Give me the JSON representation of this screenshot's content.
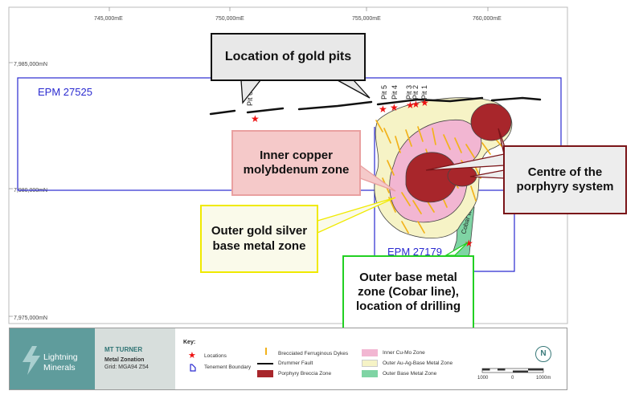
{
  "axes": {
    "x_ticks": [
      "745,000mE",
      "750,000mE",
      "755,000mE",
      "760,000mE"
    ],
    "y_ticks": [
      "7,985,000mN",
      "7,980,000mN",
      "7,975,000mN"
    ]
  },
  "tenements": [
    "EPM 27525",
    "EPM 27179"
  ],
  "pits": [
    "Pit 6",
    "Pit 5",
    "Pit 4",
    "Pit 3",
    "Pit 2",
    "Pit 1"
  ],
  "cobar_label": "Cobar line",
  "callouts": {
    "gold_pits": "Location of gold pits",
    "inner_copper": "Inner copper molybdenum zone",
    "centre_porphyry": "Centre of the porphyry system",
    "outer_gold": "Outer gold silver base metal zone",
    "outer_base": "Outer base metal zone (Cobar line), location of drilling"
  },
  "footer": {
    "company": "Lightning Minerals",
    "project": "MT TURNER",
    "subtitle": "Metal Zonation",
    "grid": "Grid: MGA94 Z54",
    "key_title": "Key:",
    "legend": {
      "locations": "Locations",
      "tenement_boundary": "Tenement Boundary",
      "dykes": "Brecciated Ferruginous Dykes",
      "fault": "Drummer Fault",
      "porphyry_breccia": "Porphyry Breccia Zone",
      "inner_cumo": "Inner Cu-Mo Zone",
      "outer_auag": "Outer Au-Ag-Base Metal Zone",
      "outer_base": "Outer Base Metal Zone"
    },
    "north": "N",
    "scale": [
      "1000",
      "0",
      "1000m"
    ]
  },
  "colors": {
    "tenement": "#2a2ad0",
    "outer_au_ag": "#f6f3c6",
    "inner_cu_mo": "#f2b6d2",
    "porphyry": "#a8262b",
    "outer_base": "#7fd4a4",
    "dykes": "#f2b21b",
    "brand": "#5f9c9c"
  }
}
